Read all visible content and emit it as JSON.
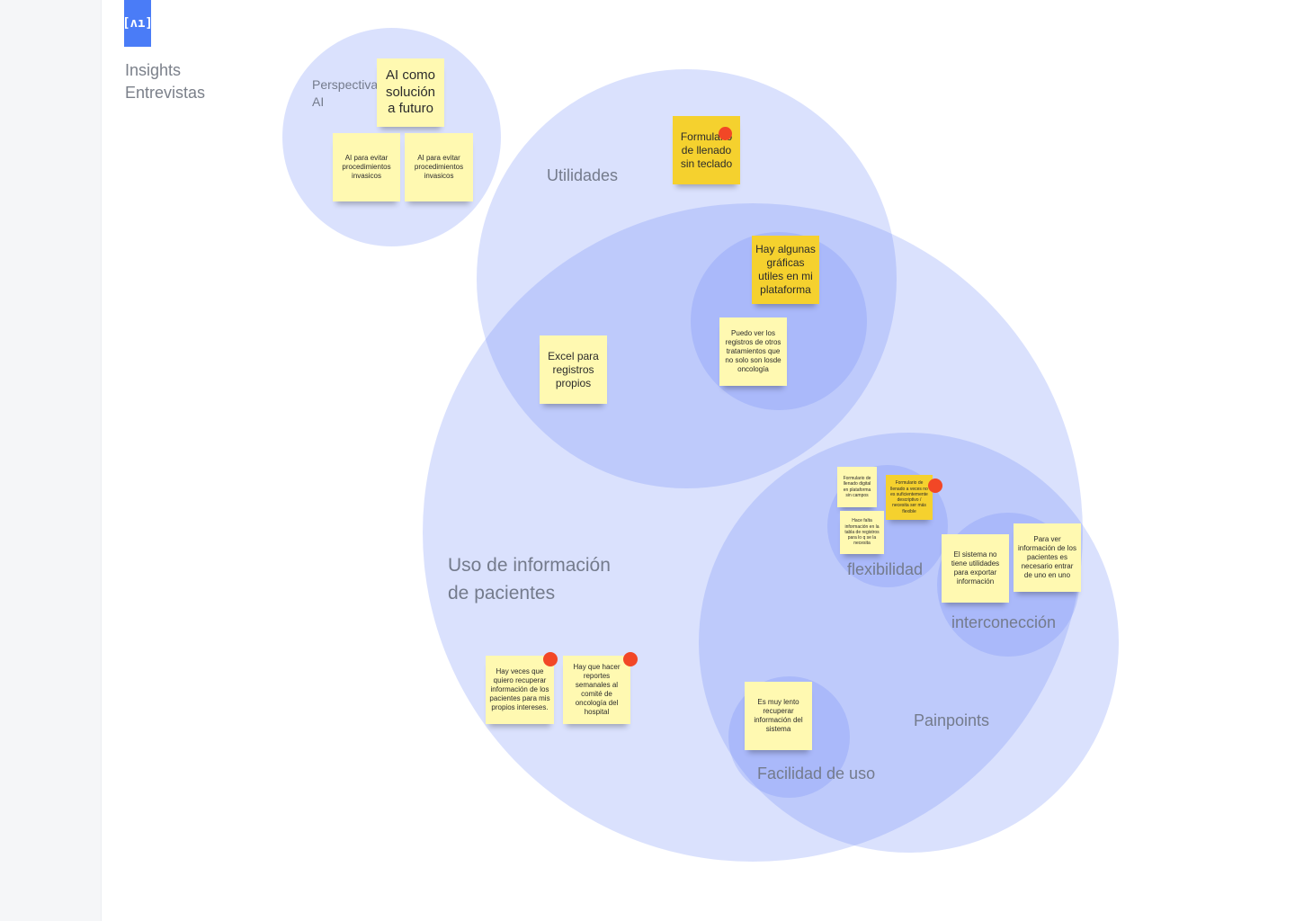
{
  "board": {
    "title_line1": "Insights",
    "title_line2": "Entrevistas",
    "logo_icon": "app-logo-icon",
    "logo_text": "[ʌı]"
  },
  "colors": {
    "circle_fill": "#708cf8",
    "sticky_light": "#fff9b1",
    "sticky_dark": "#f5d12e",
    "dot": "#f24726"
  },
  "clusters": {
    "perspectiva_ai": "Perspectiva AI",
    "utilidades": "Utilidades",
    "uso_informacion": "Uso de información de pacientes",
    "painpoints": "Painpoints",
    "flexibilidad": "flexibilidad",
    "interconeccion": "interconección",
    "facilidad": "Facilidad de uso"
  },
  "stickies": {
    "ai_futuro": "AI como solución a futuro",
    "ai_invasivos_1": "AI para evitar procedimientos invasicos",
    "ai_invasivos_2": "AI para evitar procedimientos invasicos",
    "formulario_teclado": "Formulario de llenado sin teclado",
    "graficas_utiles": "Hay algunas gráficas utiles en mi plataforma",
    "registros_otros": "Puedo ver los registros de otros tratamientos que no solo son losde oncología",
    "excel_registros": "Excel para registros propios",
    "formulario_digital": "Formulario de llenado digital en plataforma sin campos",
    "formulario_flexible": "Formulario de llenado a veces no es suficientemente descriptivo / necesita ser más flexible",
    "falta_info": "Hace falta información en la tabla de registros para lo q se la necesita",
    "sin_exportar": "El sistema no tiene utilidades para exportar información",
    "entrar_uno": "Para ver información de los pacientes es necesario entrar de uno en uno",
    "recuperar_intereses": "Hay veces que quiero recuperar información de los pacientes para mis propios intereses.",
    "reportes_semanales": "Hay que hacer reportes semanales al comité de oncología del hospital",
    "lento_recuperar": "Es muy lento recuperar información del sistema"
  }
}
